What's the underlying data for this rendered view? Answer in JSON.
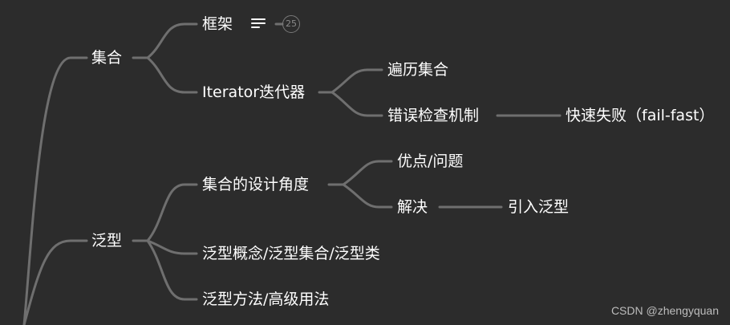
{
  "nodes": {
    "collection": "集合",
    "framework": "框架",
    "iterator": "Iterator迭代器",
    "traverse": "遍历集合",
    "error_check": "错误检查机制",
    "fail_fast": "快速失败（fail-fast）",
    "generics": "泛型",
    "design_angle": "集合的设计角度",
    "pros_issues": "优点/问题",
    "solution": "解决",
    "introduce_generics": "引入泛型",
    "generic_concepts": "泛型概念/泛型集合/泛型类",
    "generic_methods": "泛型方法/高级用法"
  },
  "framework_badge": {
    "count": "25",
    "icon": "notes-lines-icon"
  },
  "watermark": "CSDN @zhengyquan",
  "colors": {
    "background": "#2c2c2c",
    "edge": "#6f6f6f",
    "text": "#ffffff"
  }
}
